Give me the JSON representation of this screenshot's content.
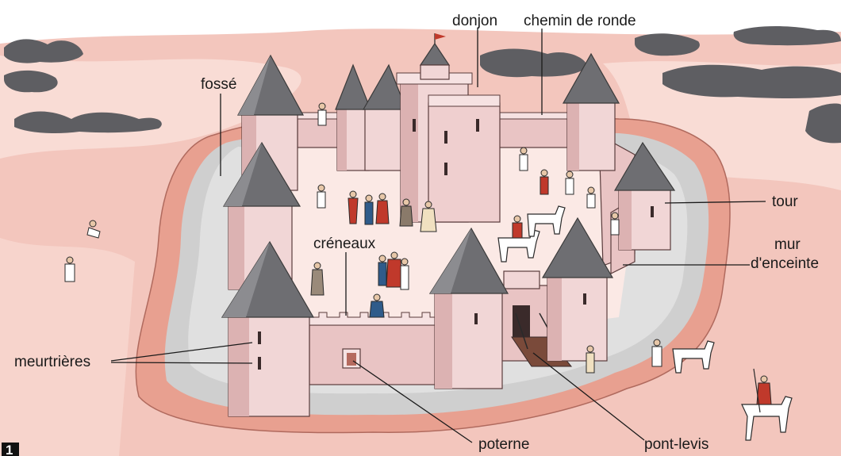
{
  "figure_number": "1",
  "labels": {
    "donjon": "donjon",
    "chemin_de_ronde": "chemin de ronde",
    "fosse": "fossé",
    "tour": "tour",
    "mur_line1": "mur",
    "mur_line2": "d'enceinte",
    "creneaux": "créneaux",
    "meurtrieres": "meurtrières",
    "poterne": "poterne",
    "pont_levis": "pont-levis"
  },
  "colors": {
    "sky": "#ffffff",
    "land": "#f3c6bd",
    "land_light": "#f9dcd5",
    "moat_bank": "#e8a090",
    "moat_water": "#cfcfcf",
    "courtyard": "#fbe9e5",
    "roof": "#6e6e72",
    "tower": "#f1d6d6",
    "cloud": "#5e5e62",
    "figure_badge": "#111111"
  },
  "icons": [
    "castle-illustration",
    "cloud-icon",
    "person-icon",
    "horse-icon",
    "flag-icon"
  ]
}
